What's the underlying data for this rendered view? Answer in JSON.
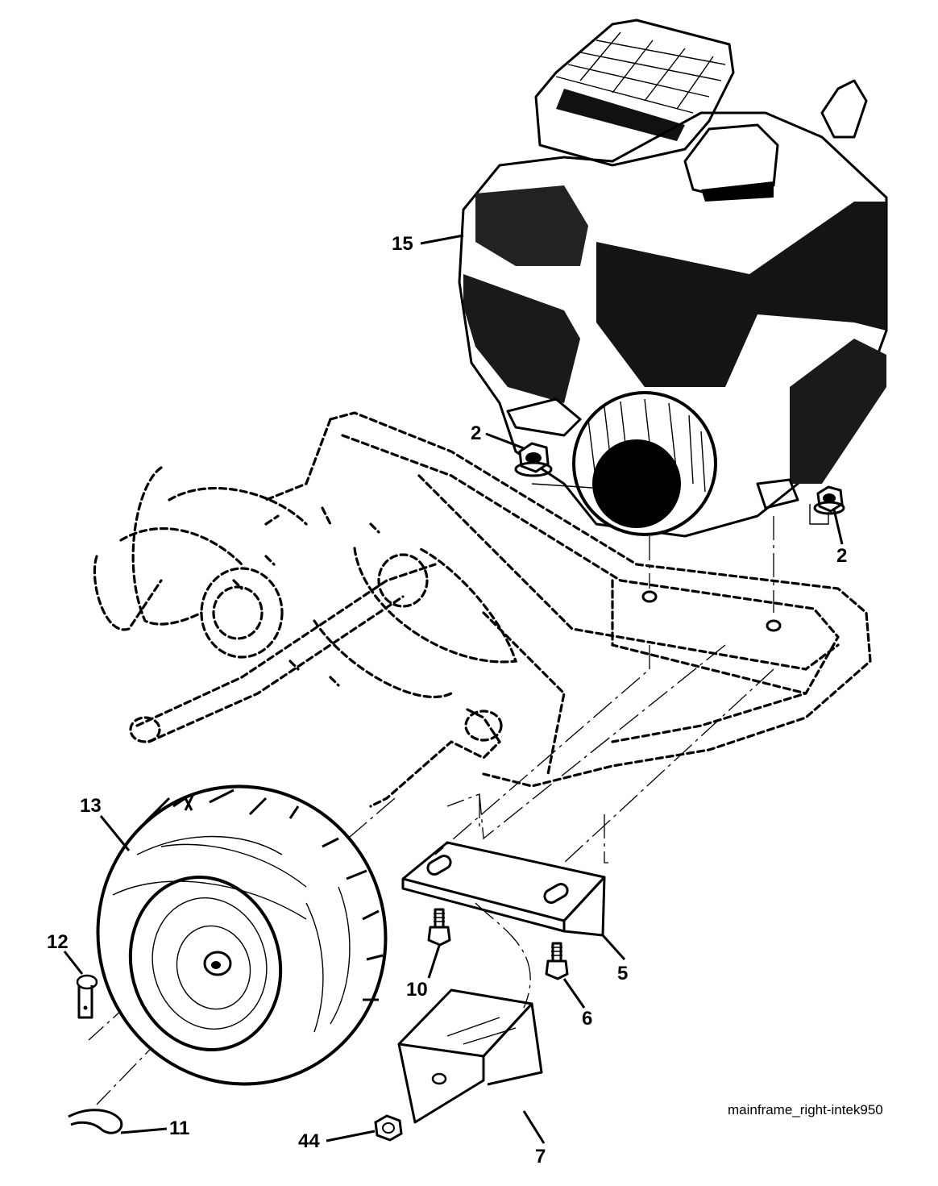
{
  "callouts": {
    "engine": "15",
    "nut_left": "2",
    "nut_right": "2",
    "tire": "13",
    "clevis_pin": "12",
    "bolt_left": "10",
    "bolt_right": "6",
    "bracket": "5",
    "weight": "7",
    "hair_pin": "11",
    "hex_nut": "44"
  },
  "caption": "mainframe_right-intek950"
}
